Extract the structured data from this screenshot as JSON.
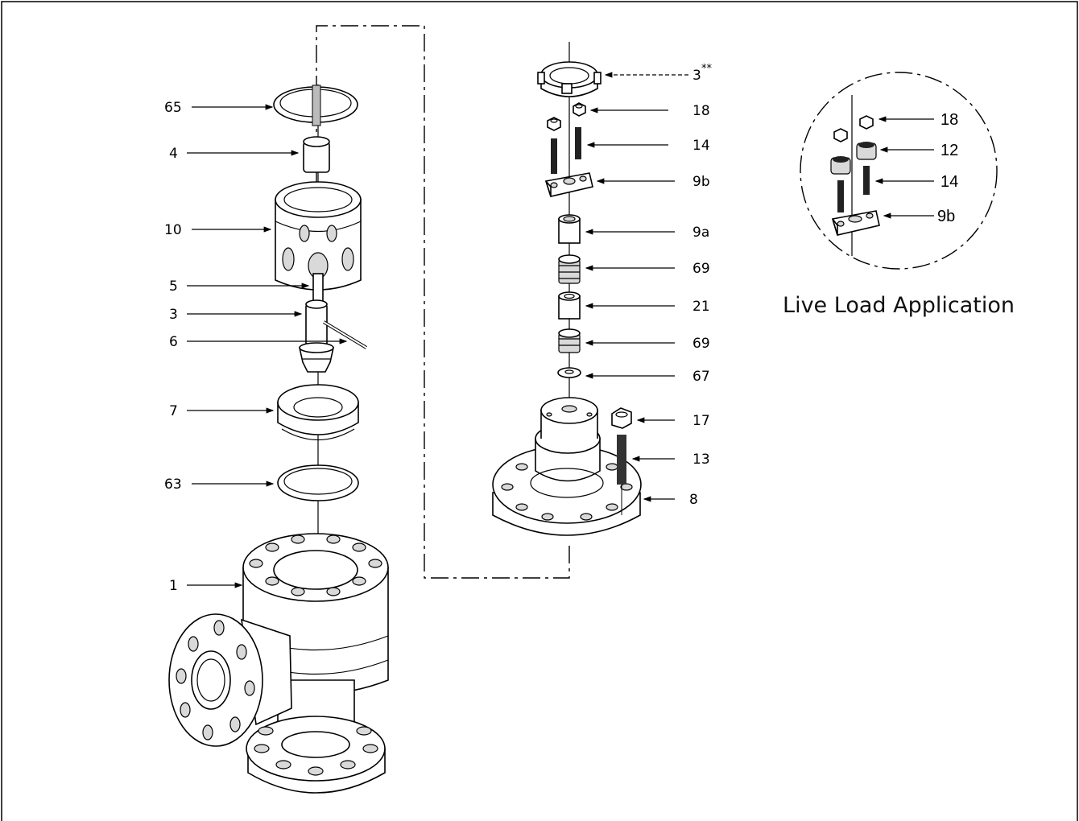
{
  "figure": {
    "callouts_left": {
      "c65": "65",
      "c4": "4",
      "c10": "10",
      "c5": "5",
      "c3": "3",
      "c6": "6",
      "c7": "7",
      "c63": "63",
      "c1": "1"
    },
    "callouts_right": {
      "c3": "3",
      "c3_sup": "**",
      "c18": "18",
      "c14": "14",
      "c9b": "9b",
      "c9a": "9a",
      "c69a": "69",
      "c21": "21",
      "c69b": "69",
      "c67": "67",
      "c17": "17",
      "c13": "13",
      "c8": "8"
    },
    "live_load": {
      "title": "Live Load Application",
      "c18": "18",
      "c12": "12",
      "c14": "14",
      "c9b": "9b"
    }
  }
}
